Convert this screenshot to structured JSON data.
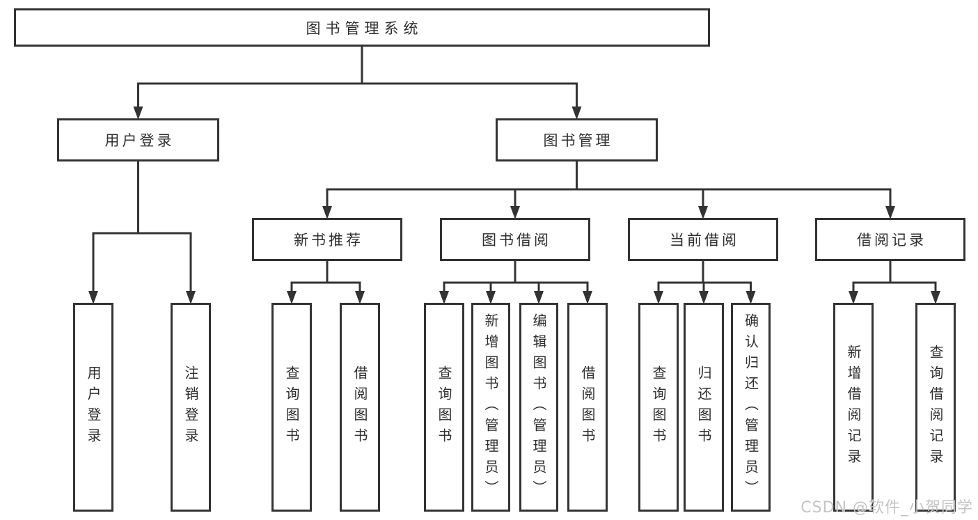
{
  "title": "图书管理系统",
  "tree": {
    "id": "root",
    "label": "图书管理系统",
    "children": [
      {
        "id": "login",
        "label": "用户登录",
        "children": [
          {
            "id": "login-user",
            "label": "用户登录"
          },
          {
            "id": "login-logout",
            "label": "注销登录"
          }
        ]
      },
      {
        "id": "mgmt",
        "label": "图书管理",
        "children": [
          {
            "id": "recommend",
            "label": "新书推荐",
            "children": [
              {
                "id": "rec-query",
                "label": "查询图书"
              },
              {
                "id": "rec-borrow",
                "label": "借阅图书"
              }
            ]
          },
          {
            "id": "borrow",
            "label": "图书借阅",
            "children": [
              {
                "id": "bor-query",
                "label": "查询图书"
              },
              {
                "id": "bor-add",
                "label": "新增图书（管理员）"
              },
              {
                "id": "bor-edit",
                "label": "编辑图书（管理员）"
              },
              {
                "id": "bor-borrow",
                "label": "借阅图书"
              }
            ]
          },
          {
            "id": "current",
            "label": "当前借阅",
            "children": [
              {
                "id": "cur-query",
                "label": "查询图书"
              },
              {
                "id": "cur-return",
                "label": "归还图书"
              },
              {
                "id": "cur-confirm",
                "label": "确认归还（管理员）"
              }
            ]
          },
          {
            "id": "record",
            "label": "借阅记录",
            "children": [
              {
                "id": "brec-add",
                "label": "新增借阅记录"
              },
              {
                "id": "brec-query",
                "label": "查询借阅记录"
              }
            ]
          }
        ]
      }
    ]
  },
  "watermark": "CSDN @软件_小贺同学",
  "colors": {
    "background": "#ffffff",
    "box_border": "#333333",
    "line": "#333333",
    "arrow": "#333333",
    "text": "#2f2f2f",
    "watermark": "#c4c4c4"
  }
}
